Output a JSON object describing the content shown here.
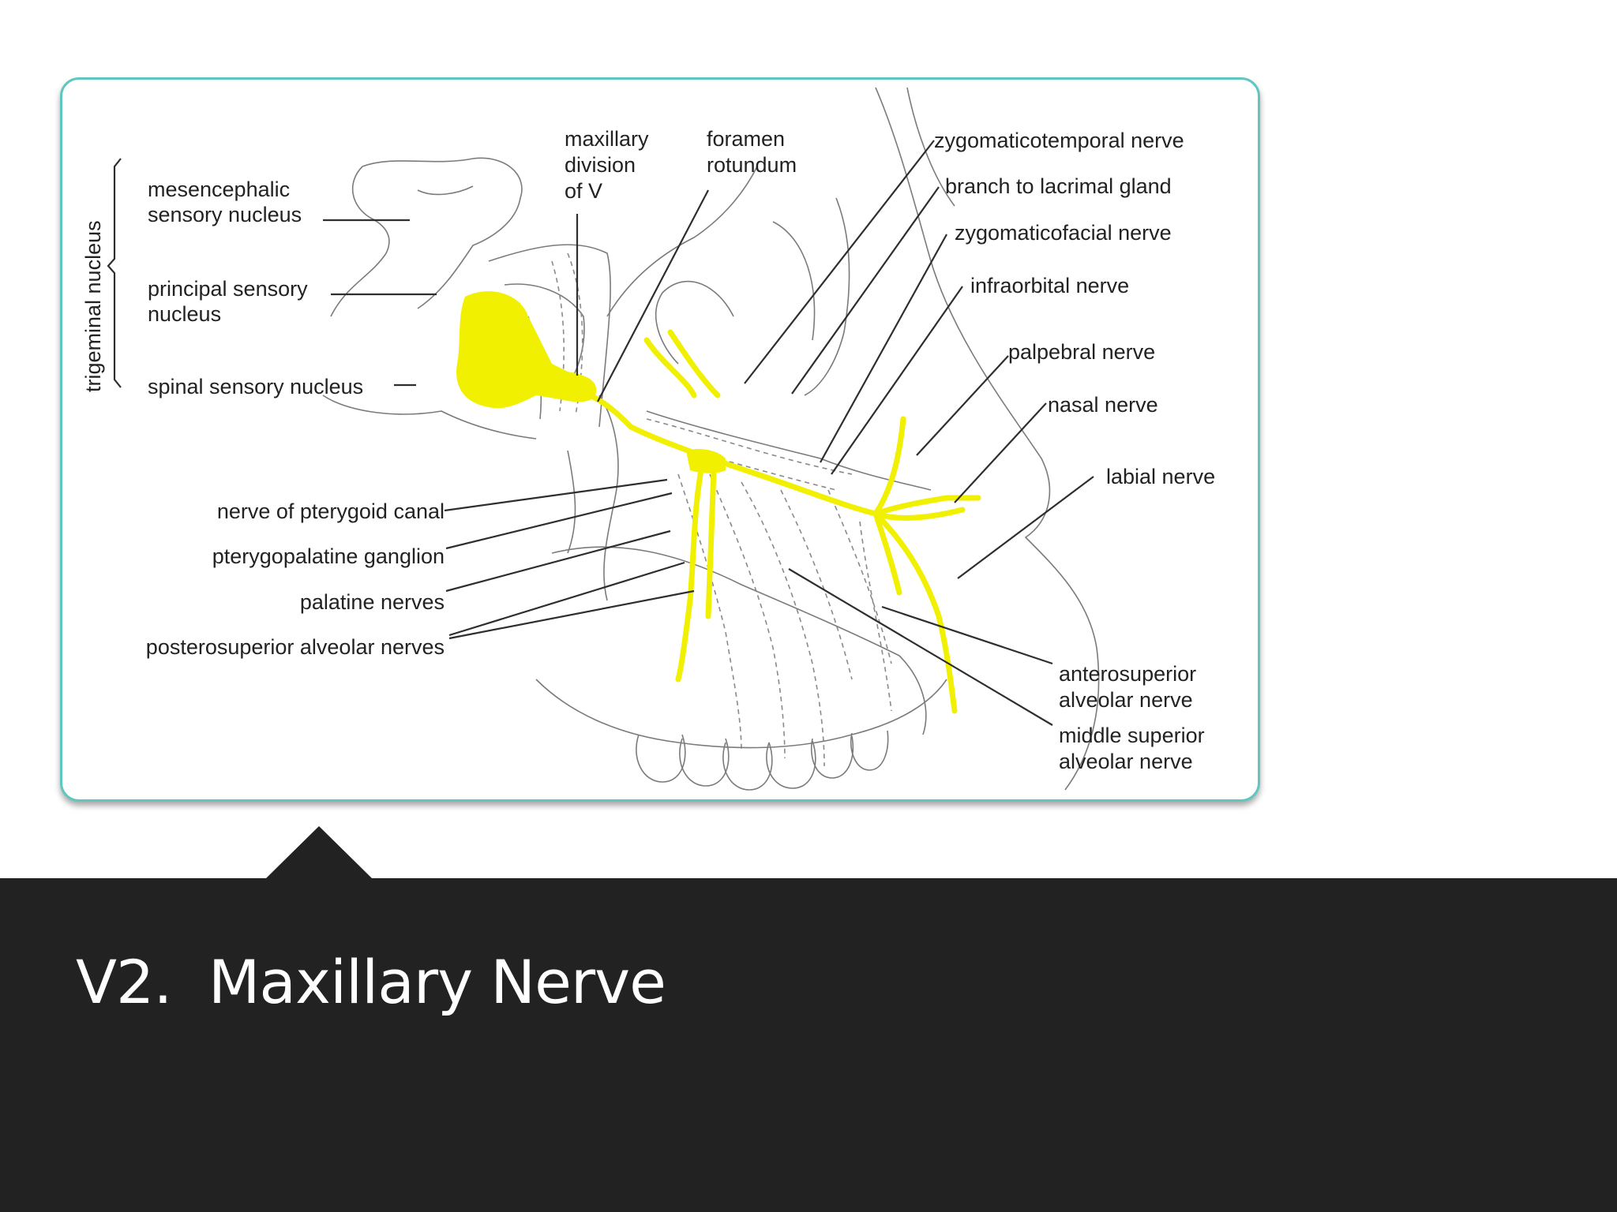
{
  "slide": {
    "title": "V2.  Maxillary Nerve"
  },
  "figure": {
    "group_label": "trigeminal nucleus",
    "labels": {
      "mesencephalic": [
        "mesencephalic",
        "sensory nucleus"
      ],
      "principal": [
        "principal sensory",
        "nucleus"
      ],
      "spinal": "spinal sensory nucleus",
      "maxillary_division": [
        "maxillary",
        "division",
        "of V"
      ],
      "foramen_rotundum": [
        "foramen",
        "rotundum"
      ],
      "zygomaticotemporal": "zygomaticotemporal nerve",
      "lacrimal_branch": "branch to lacrimal gland",
      "zygomaticofacial": "zygomaticofacial nerve",
      "infraorbital": "infraorbital nerve",
      "palpebral": "palpebral nerve",
      "nasal": "nasal nerve",
      "labial": "labial nerve",
      "pterygoid_canal": "nerve of pterygoid canal",
      "pterygopalatine_ganglion": "pterygopalatine ganglion",
      "palatine": "palatine nerves",
      "posterosuperior": "posterosuperior alveolar nerves",
      "anterosuperior": [
        "anterosuperior",
        "alveolar nerve"
      ],
      "middle_superior": [
        "middle superior",
        "alveolar nerve"
      ]
    },
    "colors": {
      "nerve_highlight": "#f0f000",
      "frame_border": "#5fc7c0",
      "band": "#222222"
    }
  }
}
